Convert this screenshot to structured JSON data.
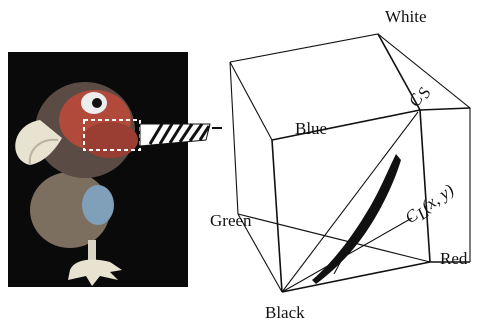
{
  "figure": {
    "labels": {
      "white": "White",
      "blue": "Blue",
      "green": "Green",
      "red": "Red",
      "black": "Black",
      "cs_main": "C",
      "cs_sub": "S",
      "cl_main": "C",
      "cl_sub": "L",
      "cl_args": " (x, y)"
    }
  }
}
